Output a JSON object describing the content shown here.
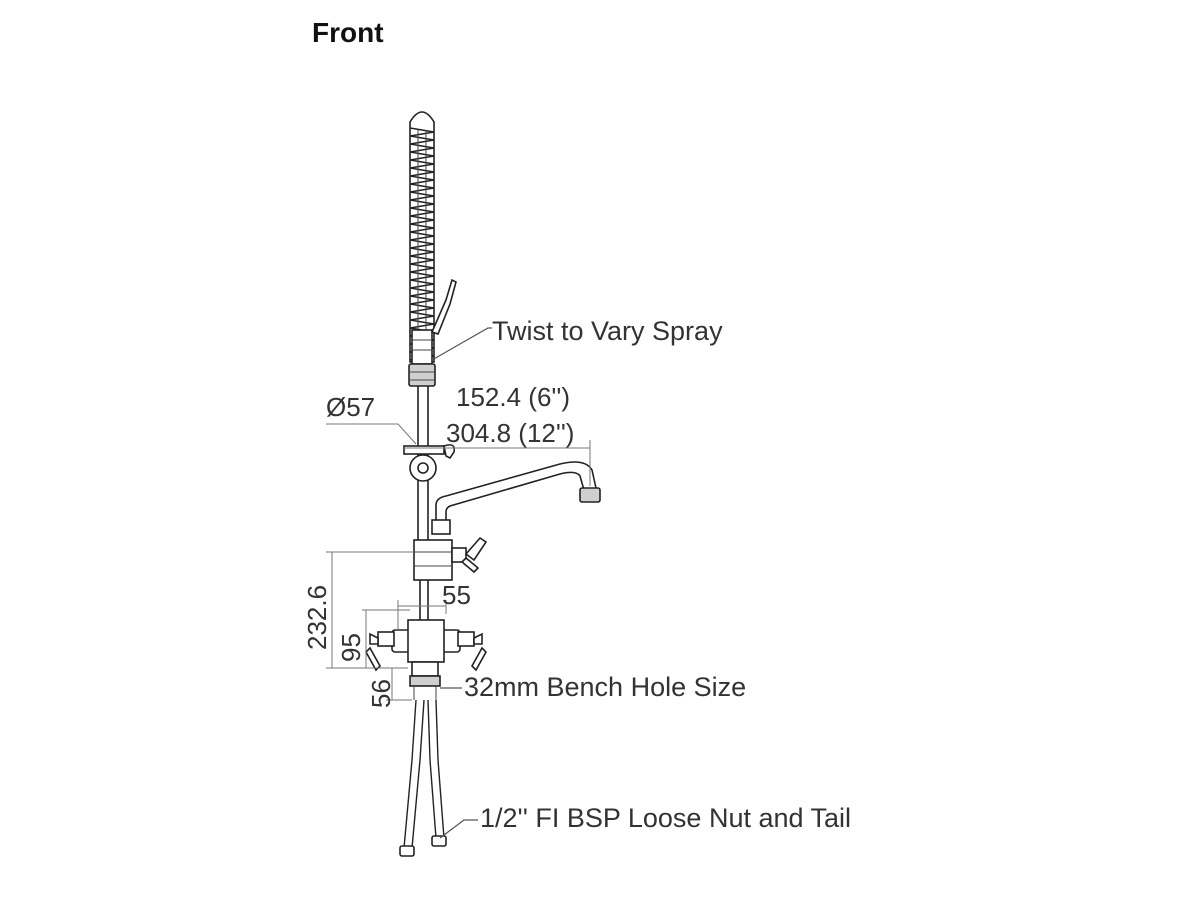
{
  "diagram": {
    "title": "Front",
    "callouts": {
      "twist": "Twist to Vary Spray",
      "bench_hole": "32mm Bench Hole Size",
      "tail": "1/2'' FI BSP Loose Nut and Tail"
    },
    "dimensions": {
      "diameter": "Ø57",
      "spout_short": "152.4 (6'')",
      "spout_long": "304.8 (12'')",
      "width": "55",
      "height_total": "232.6",
      "height_mid": "95",
      "height_low": "56"
    }
  }
}
